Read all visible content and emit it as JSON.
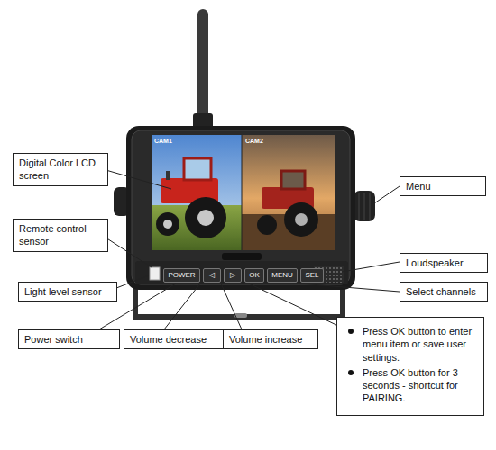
{
  "diagram": {
    "nodes": [
      {
        "text": [
          "Digital Color LCD screen"
        ]
      },
      {
        "text": [
          "Menu"
        ]
      },
      {
        "text": [
          "Remote control sensor"
        ]
      },
      {
        "text": [
          "Loudspeaker"
        ]
      },
      {
        "text": [
          "Light level sensor"
        ]
      },
      {
        "text": [
          "Select channels"
        ]
      },
      {
        "text": [
          "POWER"
        ]
      },
      {
        "text": [
          "◁"
        ]
      },
      {
        "text": [
          "▷"
        ]
      },
      {
        "text": [
          "OK"
        ]
      },
      {
        "text": [
          "MENU"
        ]
      },
      {
        "text": [
          "SEL"
        ]
      },
      {
        "text": [
          "Power switch"
        ]
      },
      {
        "text": [
          "Volume decrease"
        ]
      },
      {
        "text": [
          "Volume increase"
        ]
      },
      {
        "text": [
          "Press OK button to enter menu item or save user settings.",
          "Press OK button for 3 seconds - shortcut for PAIRING."
        ]
      }
    ],
    "labels": [
      "CAM1",
      "CAM2"
    ]
  }
}
